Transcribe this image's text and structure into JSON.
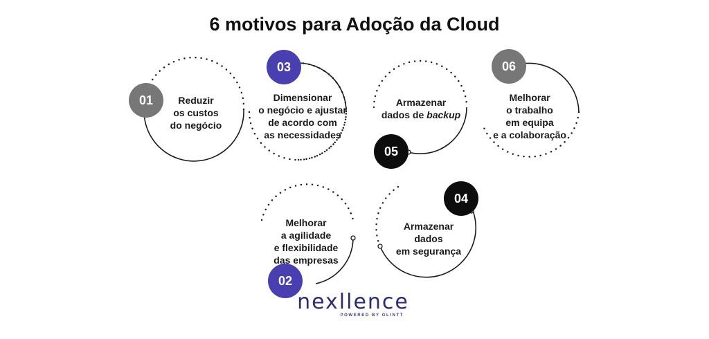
{
  "title": "6 motivos para Adoção da Cloud",
  "colors": {
    "gray": "#777777",
    "purple": "#4a3fb0",
    "black": "#0d0d0d",
    "ring": "#1a1a1a",
    "logo_text": "#2f2c6e"
  },
  "items": [
    {
      "number": "01",
      "lines": [
        "Reduzir",
        "os custos",
        "do negócio"
      ],
      "badge_color": "gray"
    },
    {
      "number": "02",
      "lines": [
        "Melhorar",
        "a agilidade",
        "e flexibilidade",
        "das empresas"
      ],
      "badge_color": "purple"
    },
    {
      "number": "03",
      "lines": [
        "Dimensionar",
        "o negócio e ajustar",
        "de acordo com",
        "as necessidades"
      ],
      "badge_color": "purple"
    },
    {
      "number": "04",
      "lines": [
        "Armazenar",
        "dados",
        "em segurança"
      ],
      "badge_color": "black"
    },
    {
      "number": "05",
      "lines": [
        "Armazenar",
        "dados de"
      ],
      "italic_word": "backup",
      "badge_color": "black"
    },
    {
      "number": "06",
      "lines": [
        "Melhorar",
        "o trabalho",
        "em equipa",
        "e a colaboração"
      ],
      "badge_color": "gray"
    }
  ],
  "logo": {
    "wordmark": "nexllence",
    "tagline": "POWERED BY GLINTT"
  }
}
